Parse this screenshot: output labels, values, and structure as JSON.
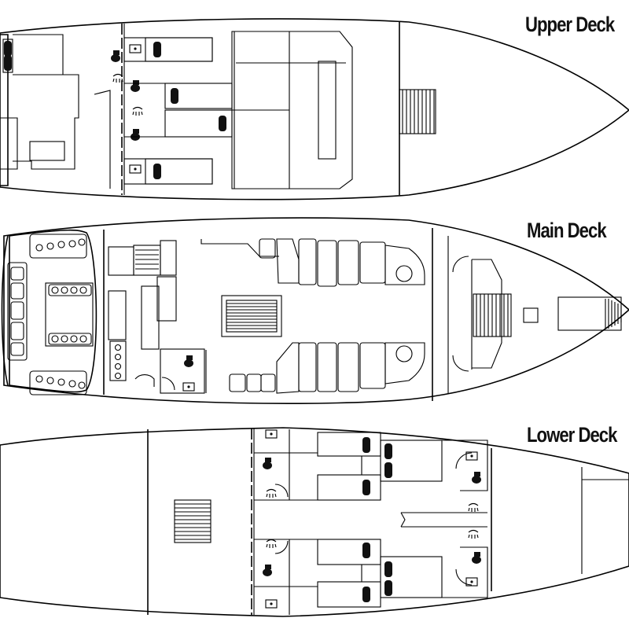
{
  "decks": {
    "upper": {
      "label": "Upper Deck"
    },
    "main": {
      "label": "Main Deck"
    },
    "lower": {
      "label": "Lower Deck"
    }
  },
  "icons": [
    "toilet-icon",
    "shower-icon",
    "sink-icon",
    "pillow-icon",
    "stairs-icon"
  ]
}
